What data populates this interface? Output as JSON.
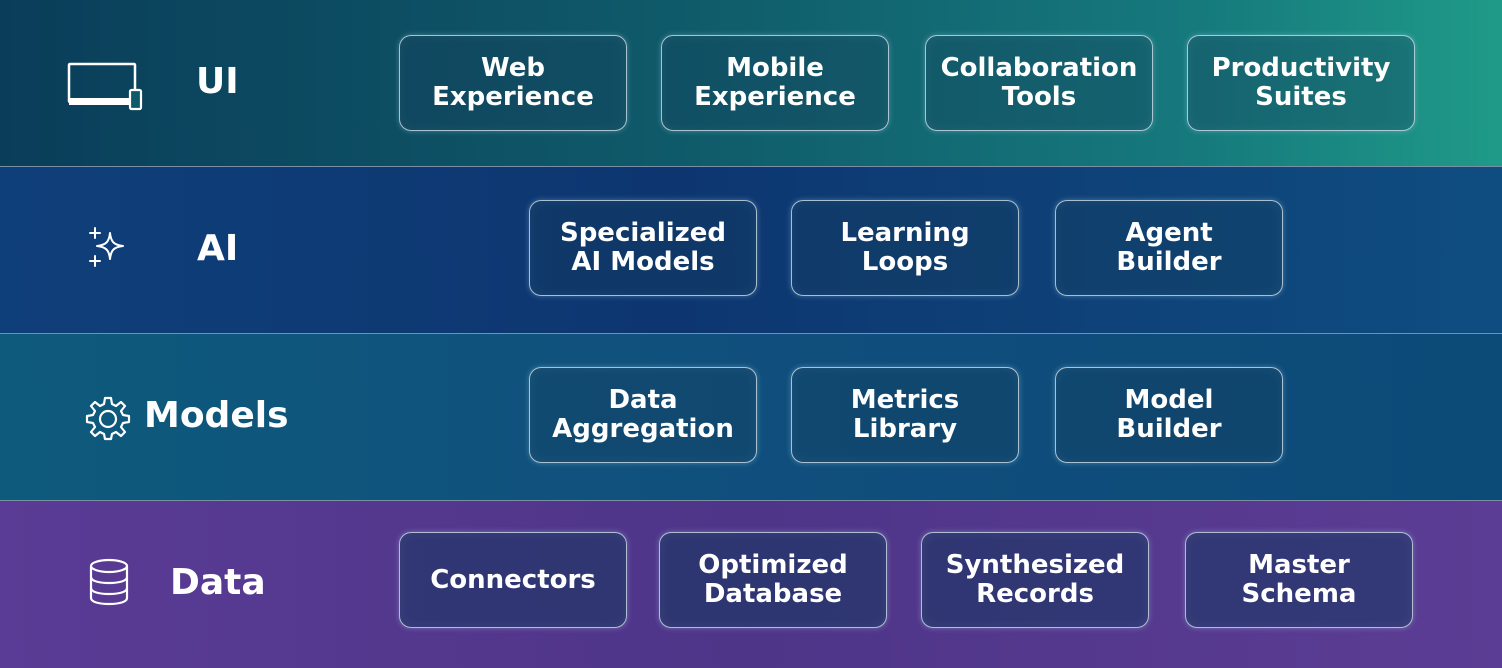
{
  "layers": {
    "ui": {
      "label": "UI",
      "icon": "laptop-phone-icon",
      "cards": [
        "Web\nExperience",
        "Mobile\nExperience",
        "Collaboration\nTools",
        "Productivity\nSuites"
      ]
    },
    "ai": {
      "label": "AI",
      "icon": "sparkles-icon",
      "cards": [
        "Specialized\nAI Models",
        "Learning\nLoops",
        "Agent\nBuilder"
      ]
    },
    "models": {
      "label": "Models",
      "icon": "gear-icon",
      "cards": [
        "Data\nAggregation",
        "Metrics\nLibrary",
        "Model\nBuilder"
      ]
    },
    "data": {
      "label": "Data",
      "icon": "database-icon",
      "cards": [
        "Connectors",
        "Optimized\nDatabase",
        "Synthesized\nRecords",
        "Master\nSchema"
      ]
    }
  },
  "colors": {
    "ui_band": "#0f5a6a",
    "ai_band": "#0d3670",
    "models_band": "#104f7d",
    "data_band": "#4e3588",
    "text": "#ffffff"
  }
}
